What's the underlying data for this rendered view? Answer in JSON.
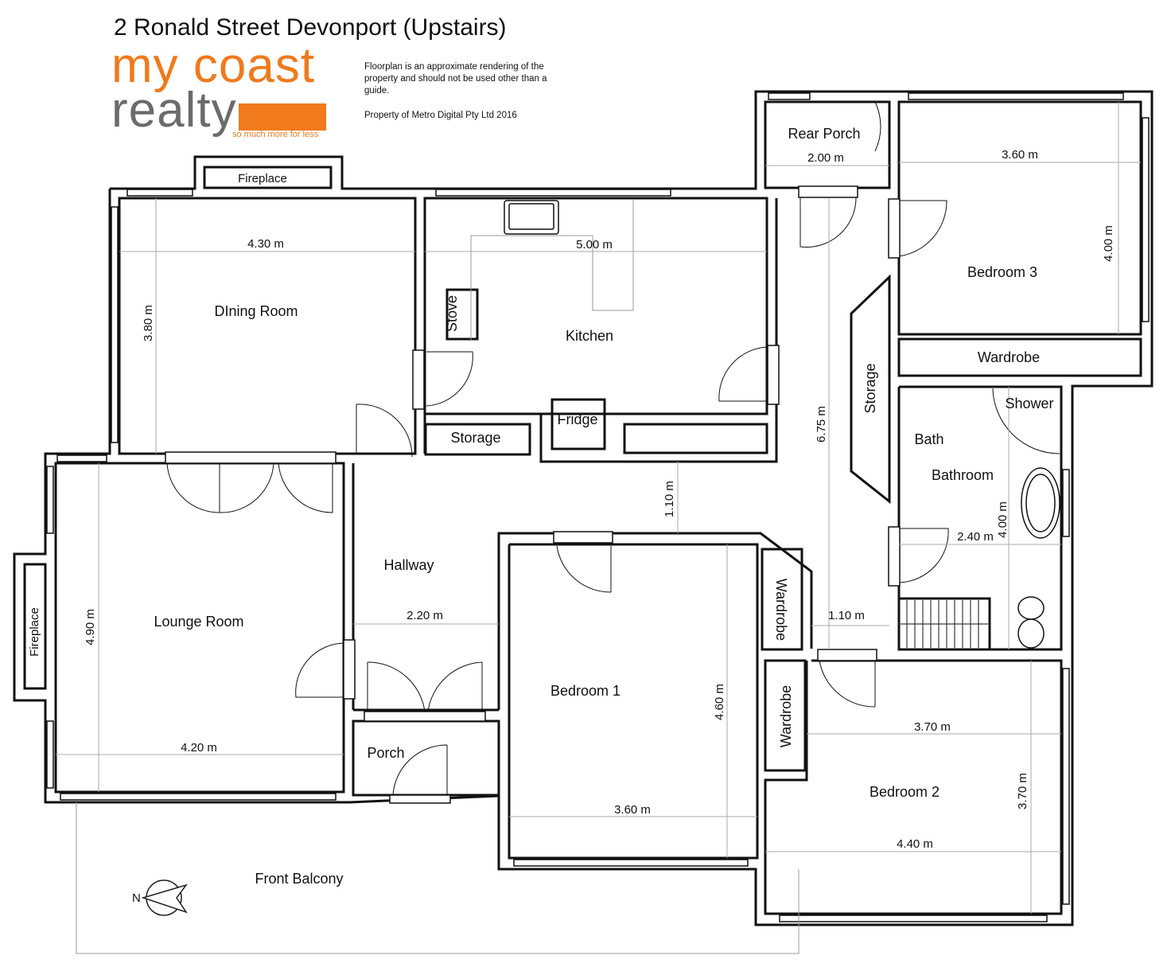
{
  "header": {
    "title": "2 Ronald Street Devonport (Upstairs)",
    "disclaimer": "Floorplan is an approximate rendering of the property and should not be used other than a guide.",
    "copyright": "Property of Metro Digital Pty Ltd 2016"
  },
  "logo": {
    "line1": "my coast",
    "line2": "realty",
    "tagline": "so much more for less",
    "orange": "#f07a1c",
    "grey": "#6b6b6b"
  },
  "rooms": {
    "dining": "DIning Room",
    "kitchen": "Kitchen",
    "stove": "Stove",
    "fridge": "Fridge",
    "kitchen_storage": "Storage",
    "fireplace_top": "Fireplace",
    "fireplace_left": "Fireplace",
    "rear_porch": "Rear Porch",
    "bedroom3": "Bedroom 3",
    "wardrobe_b3": "Wardrobe",
    "hall_storage": "Storage",
    "shower": "Shower",
    "bath": "Bath",
    "bathroom": "Bathroom",
    "lounge": "Lounge Room",
    "hallway": "Hallway",
    "porch": "Porch",
    "bedroom1": "Bedroom 1",
    "wardrobe_b1": "Wardrobe",
    "wardrobe_b2": "Wardrobe",
    "bedroom2": "Bedroom 2",
    "front_balcony": "Front Balcony"
  },
  "dimensions": {
    "dining_w": "4.30 m",
    "dining_h": "3.80 m",
    "kitchen_w": "5.00 m",
    "rear_porch_w": "2.00 m",
    "bedroom3_w": "3.60 m",
    "bedroom3_h": "4.00 m",
    "hall_h": "6.75 m",
    "hall_gap": "1.10 m",
    "bathroom_w": "2.40 m",
    "bathroom_h": "4.00 m",
    "lounge_h": "4.90 m",
    "lounge_w": "4.20 m",
    "hallway_w": "2.20 m",
    "hall_side": "1.10 m",
    "bedroom1_h": "4.60 m",
    "bedroom1_w": "3.60 m",
    "bedroom2_w": "3.70 m",
    "bedroom2_h": "3.70 m",
    "bedroom2_w2": "4.40 m"
  }
}
